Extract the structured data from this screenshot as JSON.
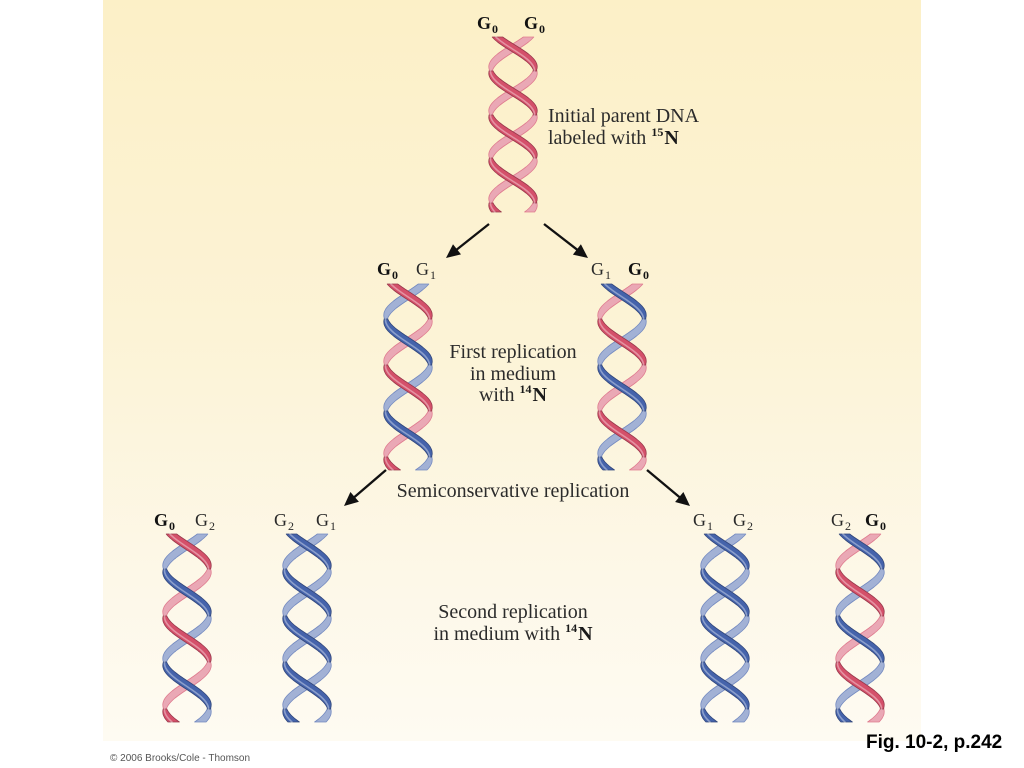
{
  "figure": {
    "helices": [
      {
        "labels": [
          {
            "g": "G",
            "sub": "0"
          },
          {
            "g": "G",
            "sub": "0"
          }
        ]
      },
      {
        "labels": [
          {
            "g": "G",
            "sub": "0"
          },
          {
            "g": "G",
            "sub": "1"
          }
        ]
      },
      {
        "labels": [
          {
            "g": "G",
            "sub": "1"
          },
          {
            "g": "G",
            "sub": "0"
          }
        ]
      },
      {
        "labels": [
          {
            "g": "G",
            "sub": "0"
          },
          {
            "g": "G",
            "sub": "2"
          }
        ]
      },
      {
        "labels": [
          {
            "g": "G",
            "sub": "2"
          },
          {
            "g": "G",
            "sub": "1"
          }
        ]
      },
      {
        "labels": [
          {
            "g": "G",
            "sub": "1"
          },
          {
            "g": "G",
            "sub": "2"
          }
        ]
      },
      {
        "labels": [
          {
            "g": "G",
            "sub": "2"
          },
          {
            "g": "G",
            "sub": "0"
          }
        ]
      }
    ],
    "strand_colors": {
      "0": "#d4506a",
      "1": "#4563ab",
      "2": "#4563ab"
    },
    "captions": {
      "initial": {
        "line1": "Initial parent DNA",
        "line2": "labeled with ",
        "isotope_mass": "15",
        "isotope_symbol": "N"
      },
      "first": {
        "line1": "First replication",
        "line2": "in medium",
        "line3": "with ",
        "isotope_mass": "14",
        "isotope_symbol": "N"
      },
      "semiconservative": "Semiconservative replication",
      "second": {
        "line1": "Second replication",
        "line2": "in medium with ",
        "isotope_mass": "14",
        "isotope_symbol": "N"
      }
    }
  },
  "footer": {
    "copyright": "© 2006 Brooks/Cole - Thomson",
    "figure_ref": "Fig. 10-2, p.242"
  }
}
